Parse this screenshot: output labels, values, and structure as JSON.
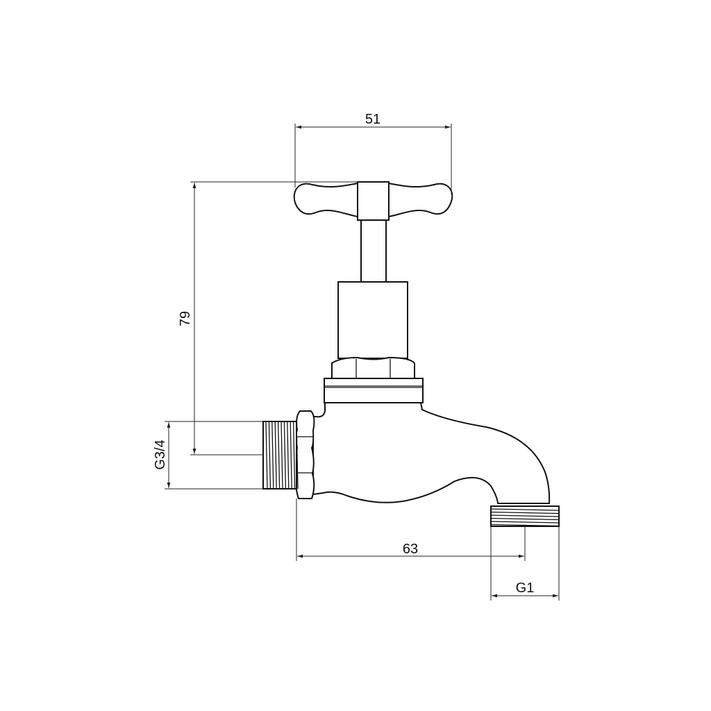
{
  "drawing": {
    "subject": "",
    "dimensions": {
      "handle_width": "51",
      "height": "79",
      "inlet_thread": "G3/4",
      "length": "63",
      "outlet_thread": "G1"
    },
    "line_color": "#111111",
    "background": "#ffffff"
  }
}
